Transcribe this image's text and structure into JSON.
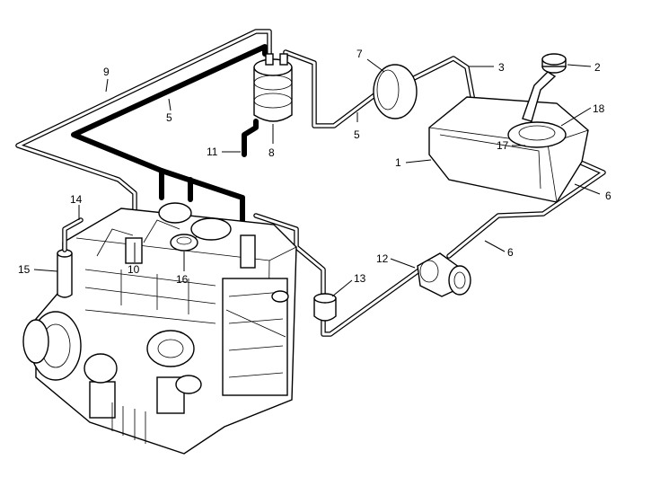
{
  "callouts": {
    "c1": "1",
    "c2": "2",
    "c3": "3",
    "c5a": "5",
    "c5b": "5",
    "c6a": "6",
    "c6b": "6",
    "c7": "7",
    "c8": "8",
    "c9": "9",
    "c10": "10",
    "c11": "11",
    "c12": "12",
    "c13": "13",
    "c14": "14",
    "c15": "15",
    "c16": "16",
    "c17": "17",
    "c18": "18"
  }
}
